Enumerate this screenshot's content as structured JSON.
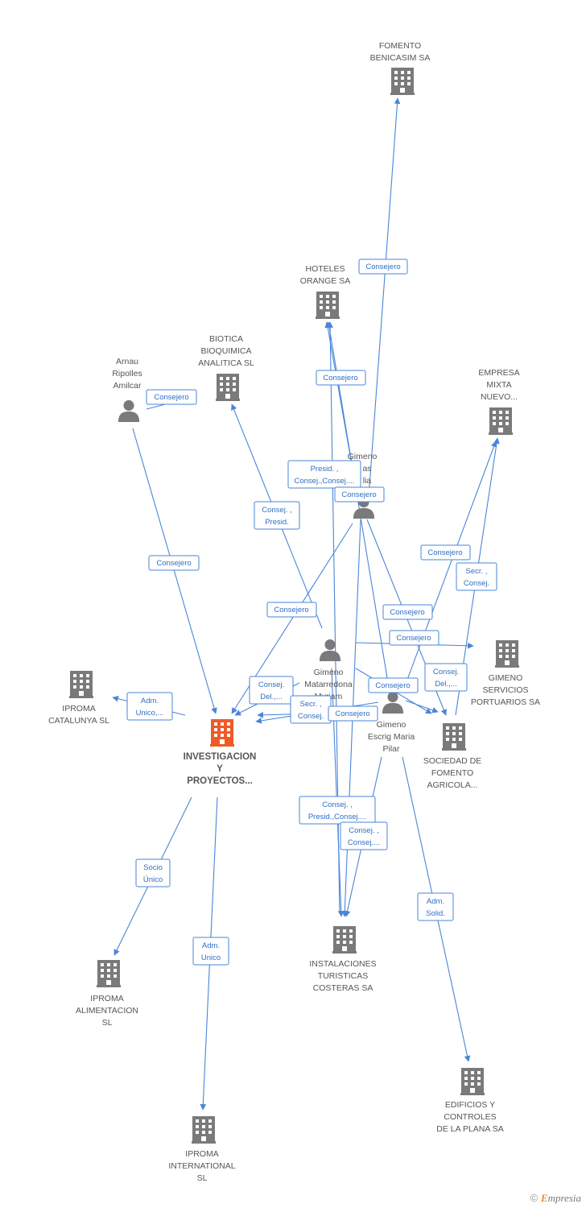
{
  "nodes": [
    {
      "id": "fomento",
      "type": "company",
      "lines": [
        "FOMENTO",
        "BENICASIM SA"
      ]
    },
    {
      "id": "hoteles",
      "type": "company",
      "lines": [
        "HOTELES",
        "ORANGE SA"
      ]
    },
    {
      "id": "biotica",
      "type": "company",
      "lines": [
        "BIOTICA",
        "BIOQUIMICA",
        "ANALITICA SL"
      ]
    },
    {
      "id": "arnau",
      "type": "person",
      "lines": [
        "Arnau",
        "Ripolles",
        "Amilcar"
      ]
    },
    {
      "id": "empresa_mixta",
      "type": "company",
      "lines": [
        "EMPRESA",
        "MIXTA",
        "NUEVO..."
      ]
    },
    {
      "id": "gimeno_top",
      "type": "person",
      "lines": [
        "Gimeno",
        "as",
        "lia"
      ]
    },
    {
      "id": "gimeno_servicios",
      "type": "company",
      "lines": [
        "GIMENO",
        "SERVICIOS",
        "PORTUARIOS SA"
      ]
    },
    {
      "id": "gimeno_matarredona",
      "type": "person",
      "lines": [
        "Gimeno",
        "Matarredona",
        "Myriam"
      ]
    },
    {
      "id": "gimeno_escrig",
      "type": "person",
      "lines": [
        "Gimeno",
        "Escrig Maria",
        "Pilar"
      ]
    },
    {
      "id": "sociedad_fomento",
      "type": "company",
      "lines": [
        "SOCIEDAD DE",
        "FOMENTO",
        "AGRICOLA..."
      ]
    },
    {
      "id": "iproma_cat",
      "type": "company",
      "lines": [
        "IPROMA",
        "CATALUNYA  SL"
      ]
    },
    {
      "id": "investigacion",
      "type": "main",
      "lines": [
        "INVESTIGACION",
        "Y",
        "PROYECTOS..."
      ]
    },
    {
      "id": "iproma_alim",
      "type": "company",
      "lines": [
        "IPROMA",
        "ALIMENTACION",
        "SL"
      ]
    },
    {
      "id": "instalaciones",
      "type": "company",
      "lines": [
        "INSTALACIONES",
        "TURISTICAS",
        "COSTERAS SA"
      ]
    },
    {
      "id": "edificios",
      "type": "company",
      "lines": [
        "EDIFICIOS Y",
        "CONTROLES",
        "DE LA PLANA SA"
      ]
    },
    {
      "id": "iproma_intl",
      "type": "company",
      "lines": [
        "IPROMA",
        "INTERNATIONAL",
        "SL"
      ]
    }
  ],
  "edge_labels": [
    {
      "id": "consejero_fomento",
      "lines": [
        "Consejero"
      ]
    },
    {
      "id": "consejero_hoteles",
      "lines": [
        "Consejero"
      ]
    },
    {
      "id": "consejero_arnau_top",
      "lines": [
        "Consejero"
      ]
    },
    {
      "id": "presid_hoteles",
      "lines": [
        "Presid. ,",
        "Consej.,Consej...."
      ]
    },
    {
      "id": "consejero_gimeno_top",
      "lines": [
        "Consejero"
      ]
    },
    {
      "id": "consej_presid_biotica",
      "lines": [
        "Consej. ,",
        "Presid."
      ]
    },
    {
      "id": "consejero_arnau",
      "lines": [
        "Consejero"
      ]
    },
    {
      "id": "consejero_mixta",
      "lines": [
        "Consejero"
      ]
    },
    {
      "id": "secr_mixta",
      "lines": [
        "Secr. ,",
        "Consej."
      ]
    },
    {
      "id": "consejero_gtop_inv",
      "lines": [
        "Consejero"
      ]
    },
    {
      "id": "consejero_gtop_soc",
      "lines": [
        "Consejero"
      ]
    },
    {
      "id": "consejero_servicios",
      "lines": [
        "Consejero"
      ]
    },
    {
      "id": "consej_del_soc",
      "lines": [
        "Consej.",
        "Del.,..."
      ]
    },
    {
      "id": "consej_del_inv",
      "lines": [
        "Consej.",
        "Del.,..."
      ]
    },
    {
      "id": "consejero_escrig_soc",
      "lines": [
        "Consejero"
      ]
    },
    {
      "id": "adm_unico_cat",
      "lines": [
        "Adm.",
        "Unico,..."
      ]
    },
    {
      "id": "secr_consej_inv",
      "lines": [
        "Secr. ,",
        "Consej."
      ]
    },
    {
      "id": "consejero_escrig_inv",
      "lines": [
        "Consejero"
      ]
    },
    {
      "id": "consej_presid_inst",
      "lines": [
        "Consej. ,",
        "Presid.,Consej...."
      ]
    },
    {
      "id": "consej_consej_inst",
      "lines": [
        "Consej. ,",
        "Consej...."
      ]
    },
    {
      "id": "socio_unico",
      "lines": [
        "Socio",
        "Único"
      ]
    },
    {
      "id": "adm_solid",
      "lines": [
        "Adm.",
        "Solid."
      ]
    },
    {
      "id": "adm_unico_intl",
      "lines": [
        "Adm.",
        "Unico"
      ]
    }
  ],
  "colors": {
    "edge": "#4a86d8",
    "node_icon": "#7a7a7a",
    "main_icon": "#f05a28"
  },
  "footer": {
    "copyright": "©",
    "brand_e": "E",
    "brand_rest": "mpresia"
  }
}
